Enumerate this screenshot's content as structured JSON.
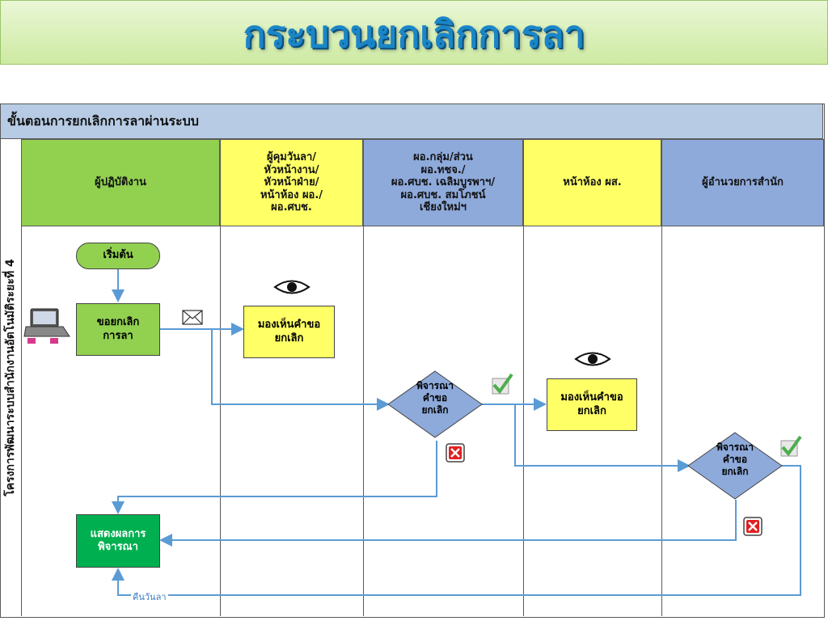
{
  "title": "กระบวนยกเลิกการลา",
  "header": "ขั้นตอนการยกเลิกการลาผ่านระบบ",
  "side_label": "โครงการพัฒนาระบบสำนักงานอัตโนมัติระยะที่ 4",
  "lanes": [
    {
      "label": "ผู้ปฏิบัติงาน",
      "color": "#92d050"
    },
    {
      "label": "ผู้คุมวันลา/\nหัวหน้างาน/\nหัวหน้าฝ่าย/\nหน้าห้อง ผอ./\nผอ.ศบช.",
      "color": "#ffff66"
    },
    {
      "label": "ผอ.กลุ่ม/ส่วน\nผอ.ทชจ./\nผอ.ศบช. เฉลิมบูรพาฯ/\nผอ.ศบช. สมโภชน์\nเชียงใหม่ฯ",
      "color": "#8eaadb"
    },
    {
      "label": "หน้าห้อง ผส.",
      "color": "#ffff66"
    },
    {
      "label": "ผู้อำนวยการสำนัก",
      "color": "#8eaadb"
    }
  ],
  "nodes": {
    "start": "เริ่มต้น",
    "request": "ขอยกเลิก\nการลา",
    "view1": "มองเห็นคำขอ\nยกเลิก",
    "consider1": "พิจารณา\nคำขอ\nยกเลิก",
    "view2": "มองเห็นคำขอ\nยกเลิก",
    "consider2": "พิจารณา\nคำขอ\nยกเลิก",
    "result": "แสดงผลการ\nพิจารณา"
  },
  "return_label": "คืนวันลา",
  "icons": [
    "laptop-icon",
    "envelope-icon",
    "eye-icon",
    "checkmark-icon",
    "reject-icon"
  ],
  "colors": {
    "line": "#5b9bd5",
    "reject": "#e02020",
    "check": "#5cb85c"
  }
}
